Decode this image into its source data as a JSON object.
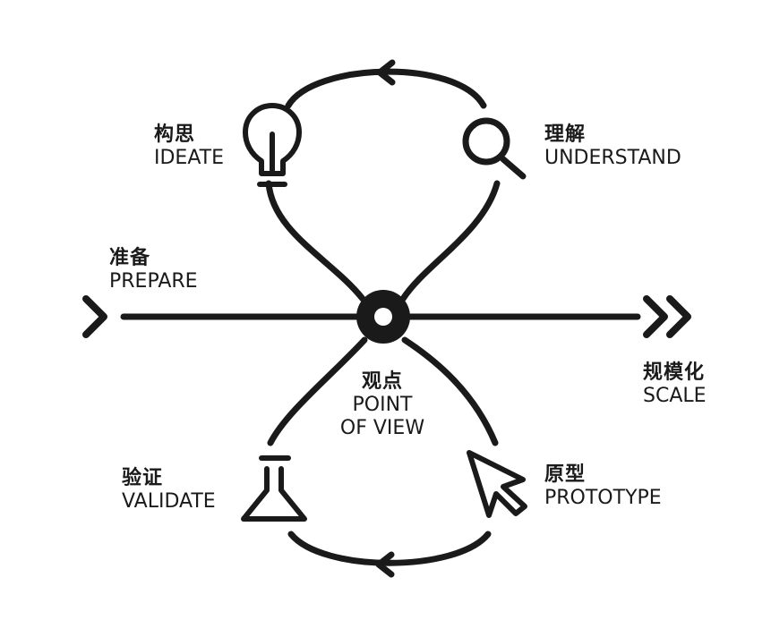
{
  "stages": {
    "ideate": {
      "zh": "构思",
      "en": "IDEATE"
    },
    "understand": {
      "zh": "理解",
      "en": "UNDERSTAND"
    },
    "prepare": {
      "zh": "准备",
      "en": "PREPARE"
    },
    "scale": {
      "zh": "规模化",
      "en": "SCALE"
    },
    "pov": {
      "zh": "观点",
      "en1": "POINT",
      "en2": "OF VIEW"
    },
    "validate": {
      "zh": "验证",
      "en": "VALIDATE"
    },
    "prototype": {
      "zh": "原型",
      "en": "PROTOTYPE"
    }
  },
  "icons": [
    "lightbulb-icon",
    "magnifier-icon",
    "flask-icon",
    "cursor-icon",
    "chevron-right-icon",
    "double-chevron-right-icon",
    "target-icon"
  ],
  "colors": {
    "ink": "#1a1a1a",
    "background": "#ffffff"
  }
}
